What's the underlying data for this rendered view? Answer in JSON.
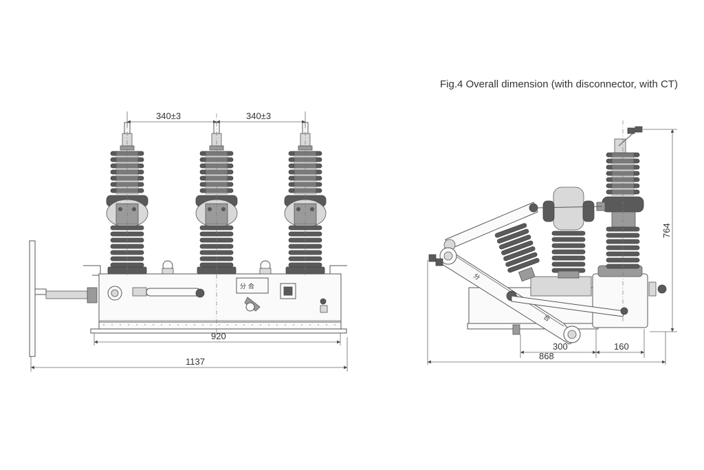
{
  "caption": "Fig.4 Overall dimension (with disconnector, with CT)",
  "front_view": {
    "dims": {
      "pitch_left": "340±3",
      "pitch_right": "340±3",
      "mount_width": "920",
      "overall_width": "1137"
    },
    "label_open_close": "分 合"
  },
  "side_view": {
    "dims": {
      "height": "764",
      "depth": "868",
      "offset_a": "300",
      "offset_b": "160"
    },
    "label_open": "分",
    "label_close": "合"
  },
  "colors": {
    "line": "#555555",
    "insulator": "#5a5a5a",
    "text": "#333333"
  }
}
